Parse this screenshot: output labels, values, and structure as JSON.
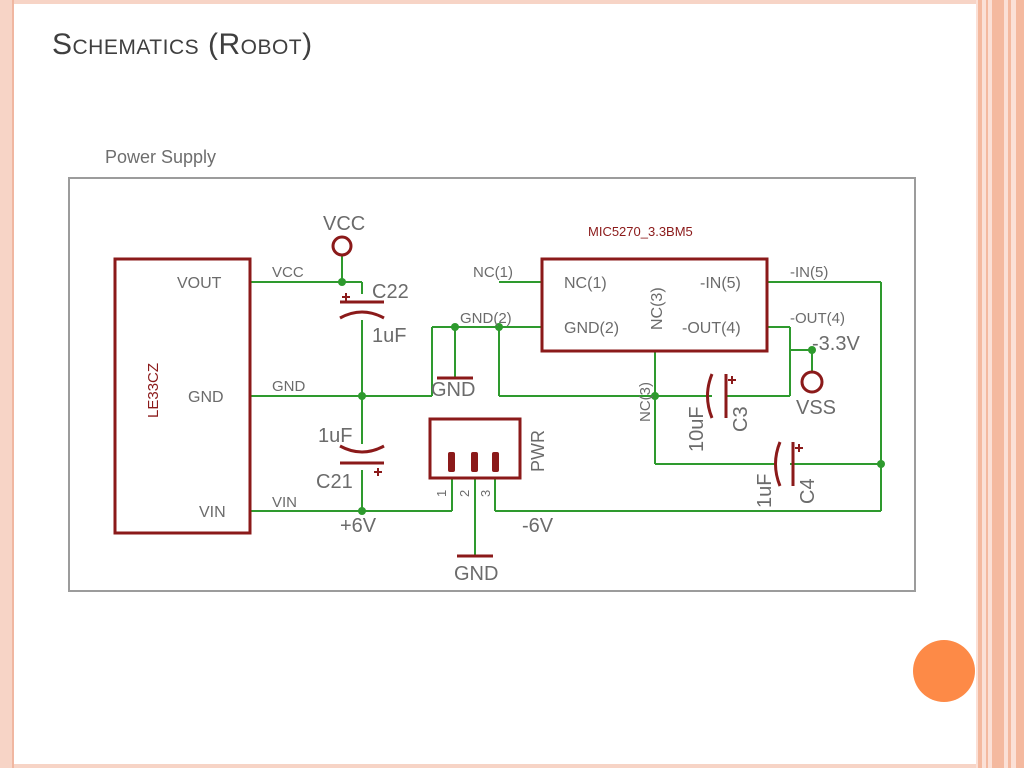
{
  "slide": {
    "title": "Schematics (Robot)"
  },
  "schematic": {
    "title": "Power Supply",
    "colors": {
      "wire": "#2e9a2e",
      "part": "#8b1a1a",
      "text": "#6b6b6b",
      "frame": "#9c9c9c",
      "accent": "#fd8a47"
    },
    "regulator": {
      "name": "LE33CZ",
      "pin_vout": "VOUT",
      "pin_gnd": "GND",
      "pin_vin": "VIN"
    },
    "ldo": {
      "name": "MIC5270_3.3BM5",
      "pin_nc1": "NC(1)",
      "pin_gnd2": "GND(2)",
      "pin_nc3": "NC(3)",
      "pin_in5": "-IN(5)",
      "pin_out4": "-OUT(4)"
    },
    "net_labels": {
      "vcc_wire": "VCC",
      "gnd_wire": "GND",
      "vin_wire": "VIN",
      "nc1_wire": "NC(1)",
      "gnd2_wire": "GND(2)",
      "nc3_wire": "NC(3)",
      "in5_wire": "-IN(5)",
      "out4_wire": "-OUT(4)"
    },
    "power_symbols": {
      "vcc": "VCC",
      "vss": "VSS",
      "gnd_upper": "GND",
      "gnd_lower": "GND",
      "plus6v": "+6V",
      "minus6v": "-6V",
      "minus3v3": "-3.3V"
    },
    "capacitors": {
      "c22": {
        "name": "C22",
        "value": "1uF"
      },
      "c21": {
        "name": "C21",
        "value": "1uF"
      },
      "c3": {
        "name": "C3",
        "value": "10uF"
      },
      "c4": {
        "name": "C4",
        "value": "1uF"
      }
    },
    "connector": {
      "name": "PWR",
      "pin1": "1",
      "pin2": "2",
      "pin3": "3"
    }
  }
}
